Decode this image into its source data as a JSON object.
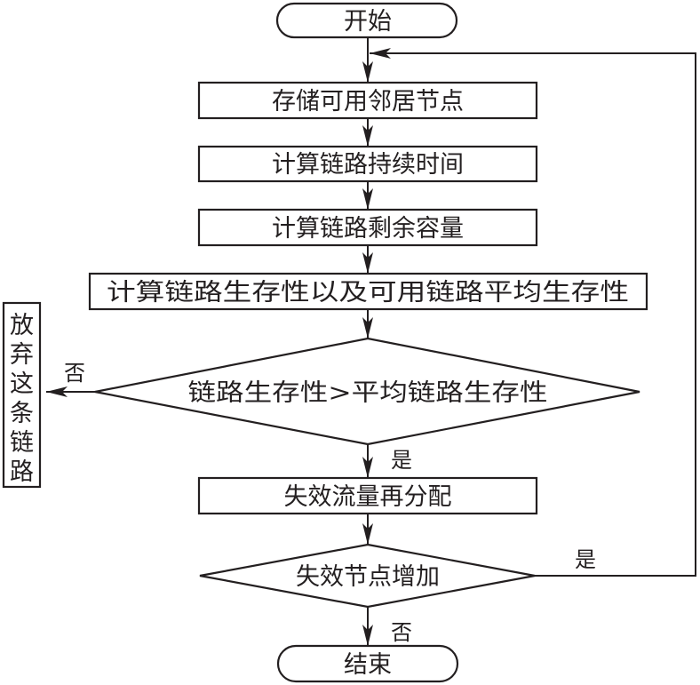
{
  "diagram": {
    "type": "flowchart",
    "nodes": {
      "start": {
        "label": "开始",
        "shape": "terminal"
      },
      "store_neighbors": {
        "label": "存储可用邻居节点",
        "shape": "process"
      },
      "calc_duration": {
        "label": "计算链路持续时间",
        "shape": "process"
      },
      "calc_capacity": {
        "label": "计算链路剩余容量",
        "shape": "process"
      },
      "calc_survivability": {
        "label": "计算链路生存性以及可用链路平均生存性",
        "shape": "process"
      },
      "decision_survivability": {
        "label": "链路生存性>平均链路生存性",
        "shape": "decision"
      },
      "abandon_link": {
        "label": "放弃这条链路",
        "chars": [
          "放",
          "弃",
          "这",
          "条",
          "链",
          "路"
        ],
        "shape": "process"
      },
      "redistribute": {
        "label": "失效流量再分配",
        "shape": "process"
      },
      "decision_fail_nodes": {
        "label": "失效节点增加",
        "shape": "decision"
      },
      "end": {
        "label": "结束",
        "shape": "terminal"
      }
    },
    "edges": {
      "survivability_no": {
        "from": "decision_survivability",
        "to": "abandon_link",
        "label": "否"
      },
      "survivability_yes": {
        "from": "decision_survivability",
        "to": "redistribute",
        "label": "是"
      },
      "fail_nodes_yes": {
        "from": "decision_fail_nodes",
        "to": "store_neighbors",
        "label": "是"
      },
      "fail_nodes_no": {
        "from": "decision_fail_nodes",
        "to": "end",
        "label": "否"
      }
    }
  }
}
